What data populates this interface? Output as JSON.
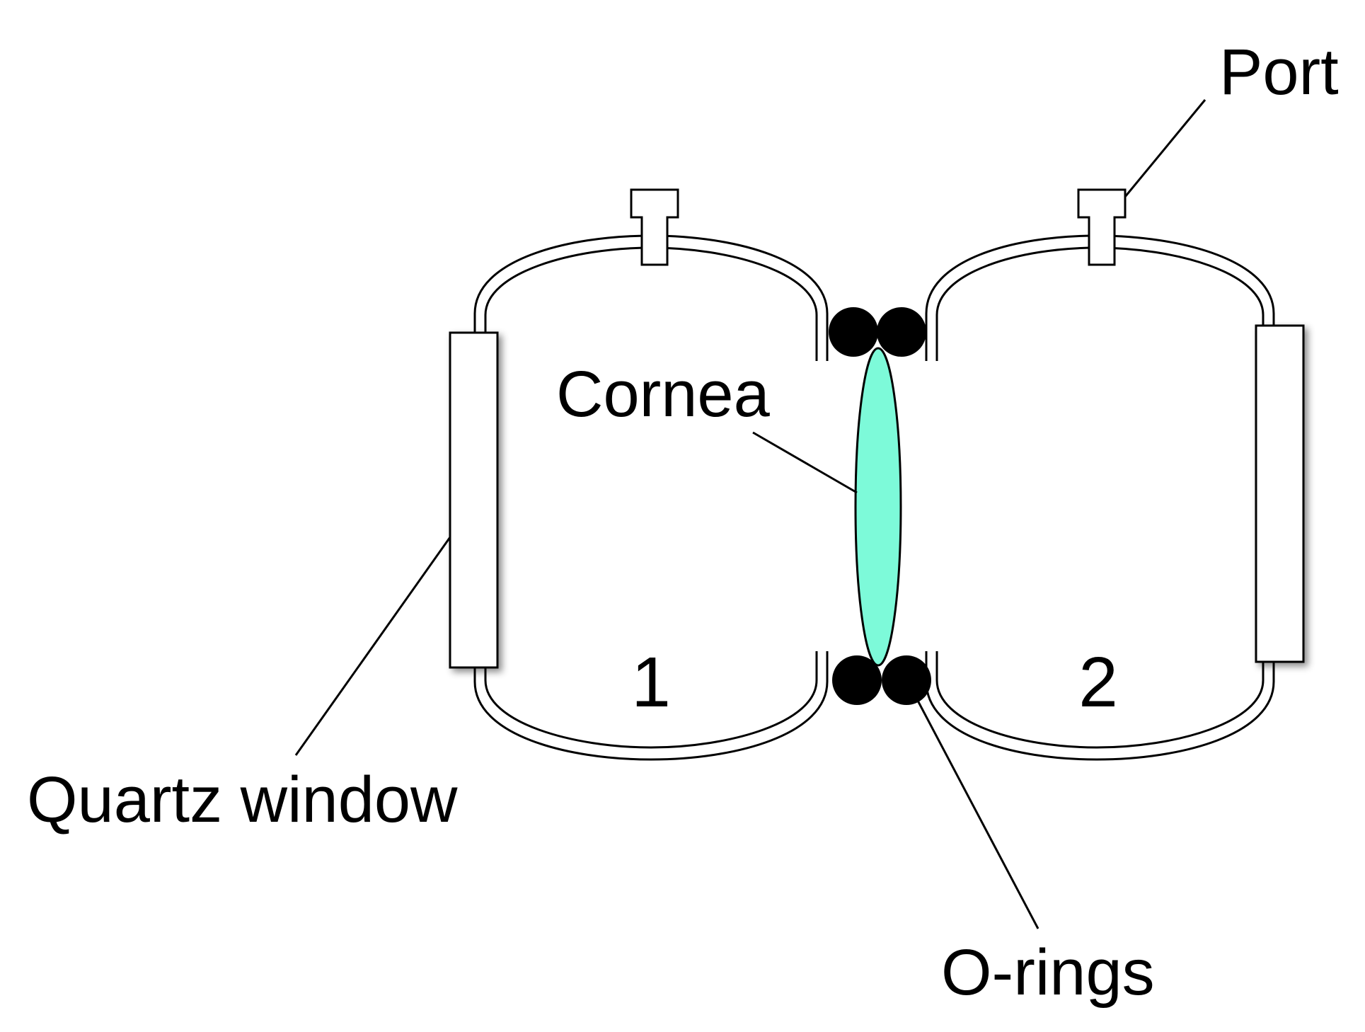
{
  "labels": {
    "port": "Port",
    "cornea": "Cornea",
    "quartz_window": "Quartz window",
    "o_rings": "O-rings",
    "chamber_1": "1",
    "chamber_2": "2"
  },
  "colors": {
    "cornea_fill": "#7dfad9",
    "o_ring_fill": "#000000",
    "outline": "#000000",
    "background": "#ffffff"
  }
}
